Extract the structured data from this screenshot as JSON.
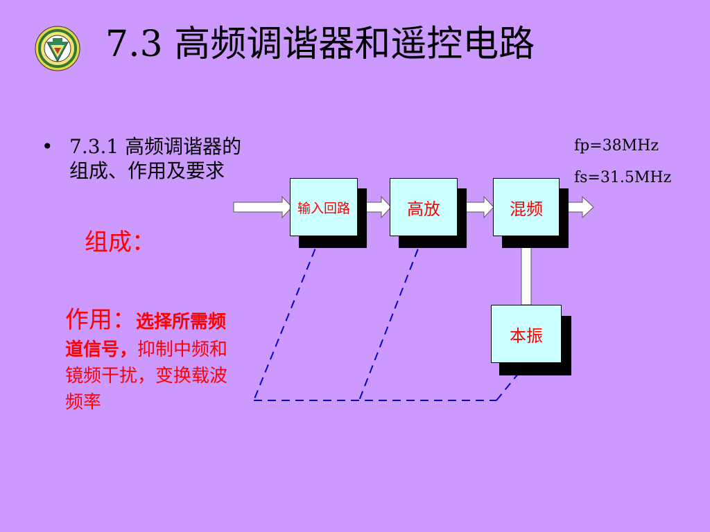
{
  "title": "7.3 高频调谐器和遥控电路",
  "bullet": {
    "marker": "•",
    "text": "7.3.1 高频调谐器的组成、作用及要求"
  },
  "composition_label": "组成：",
  "function": {
    "label": "作用：",
    "bold_text": "选择所需频道信号，",
    "rest_text": "抑制中频和镜频干扰，变换载波频率"
  },
  "frequencies": {
    "fp": "fp=38MHz",
    "fs": "fs=31.5MHz"
  },
  "blocks": {
    "input": "输入回路",
    "amp": "高放",
    "mixer": "混频",
    "oscillator": "本振"
  },
  "colors": {
    "background": "#CC99FF",
    "block_fill": "#CCFFFF",
    "accent_text": "#FF0000",
    "dashed_line": "#0000CC"
  },
  "logo": {
    "icon": "university-emblem-icon"
  }
}
